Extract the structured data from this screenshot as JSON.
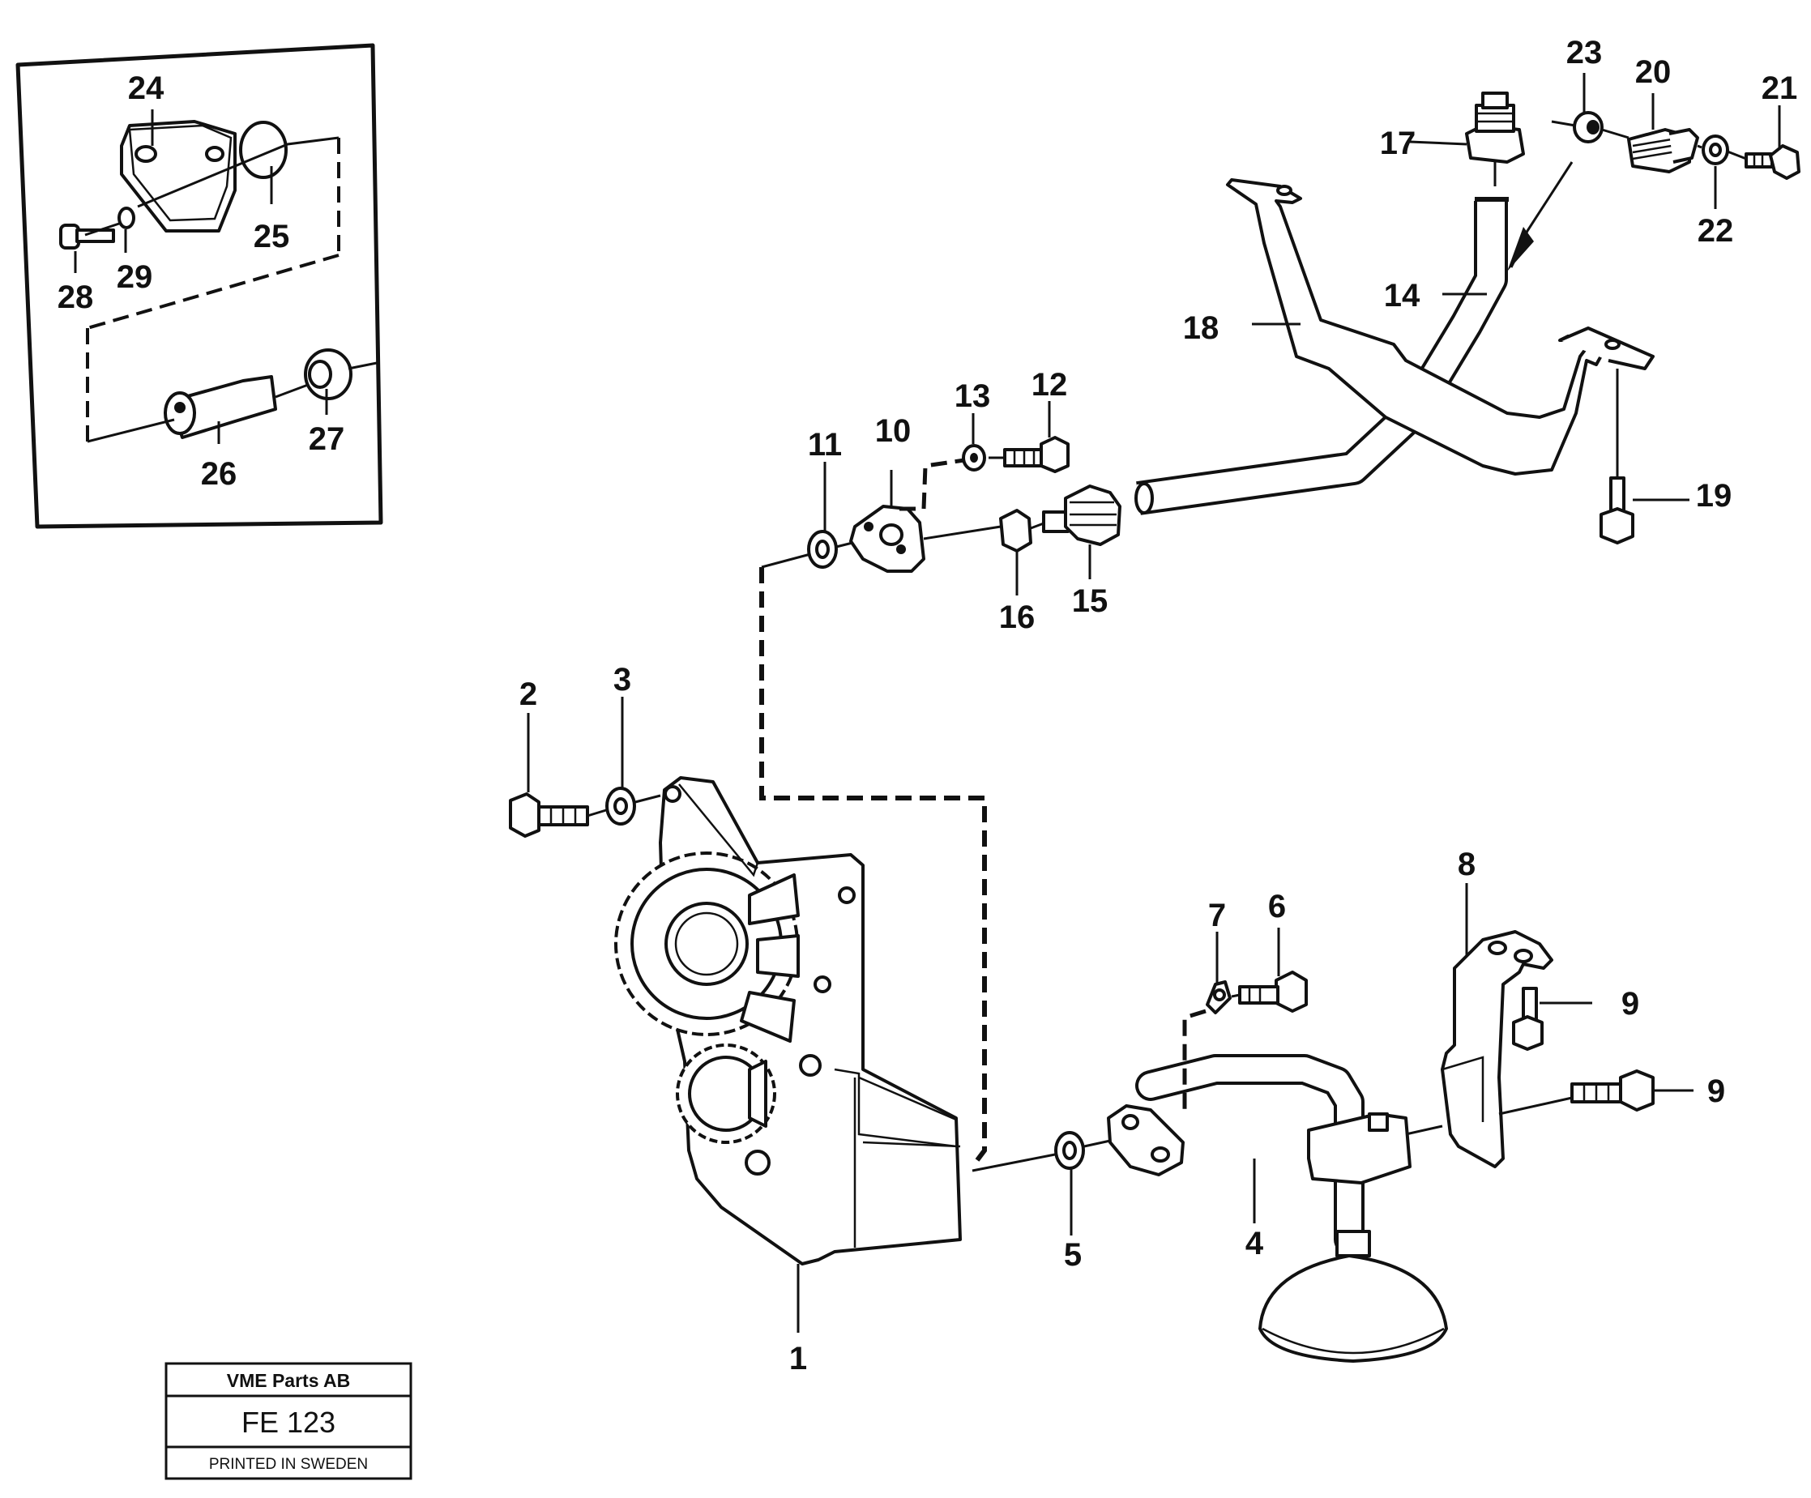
{
  "title_block": {
    "company": "VME Parts AB",
    "code": "FE 123",
    "printed": "PRINTED IN SWEDEN"
  },
  "callouts": {
    "1": "1",
    "2": "2",
    "3": "3",
    "4": "4",
    "5": "5",
    "6": "6",
    "7": "7",
    "8": "8",
    "9a": "9",
    "9b": "9",
    "10": "10",
    "11": "11",
    "12": "12",
    "13": "13",
    "14": "14",
    "15": "15",
    "16": "16",
    "17": "17",
    "18": "18",
    "19": "19",
    "20": "20",
    "21": "21",
    "22": "22",
    "23": "23",
    "24": "24",
    "25": "25",
    "26": "26",
    "27": "27",
    "28": "28",
    "29": "29"
  }
}
